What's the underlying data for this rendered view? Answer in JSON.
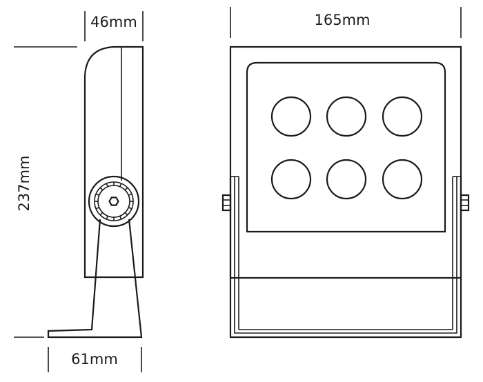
{
  "dimensions": {
    "depth": "46mm",
    "width": "165mm",
    "height": "237mm",
    "base": "61mm"
  },
  "front_view": {
    "led_count": 6
  },
  "colors": {
    "line": "#1a1a1a",
    "background": "#ffffff"
  }
}
